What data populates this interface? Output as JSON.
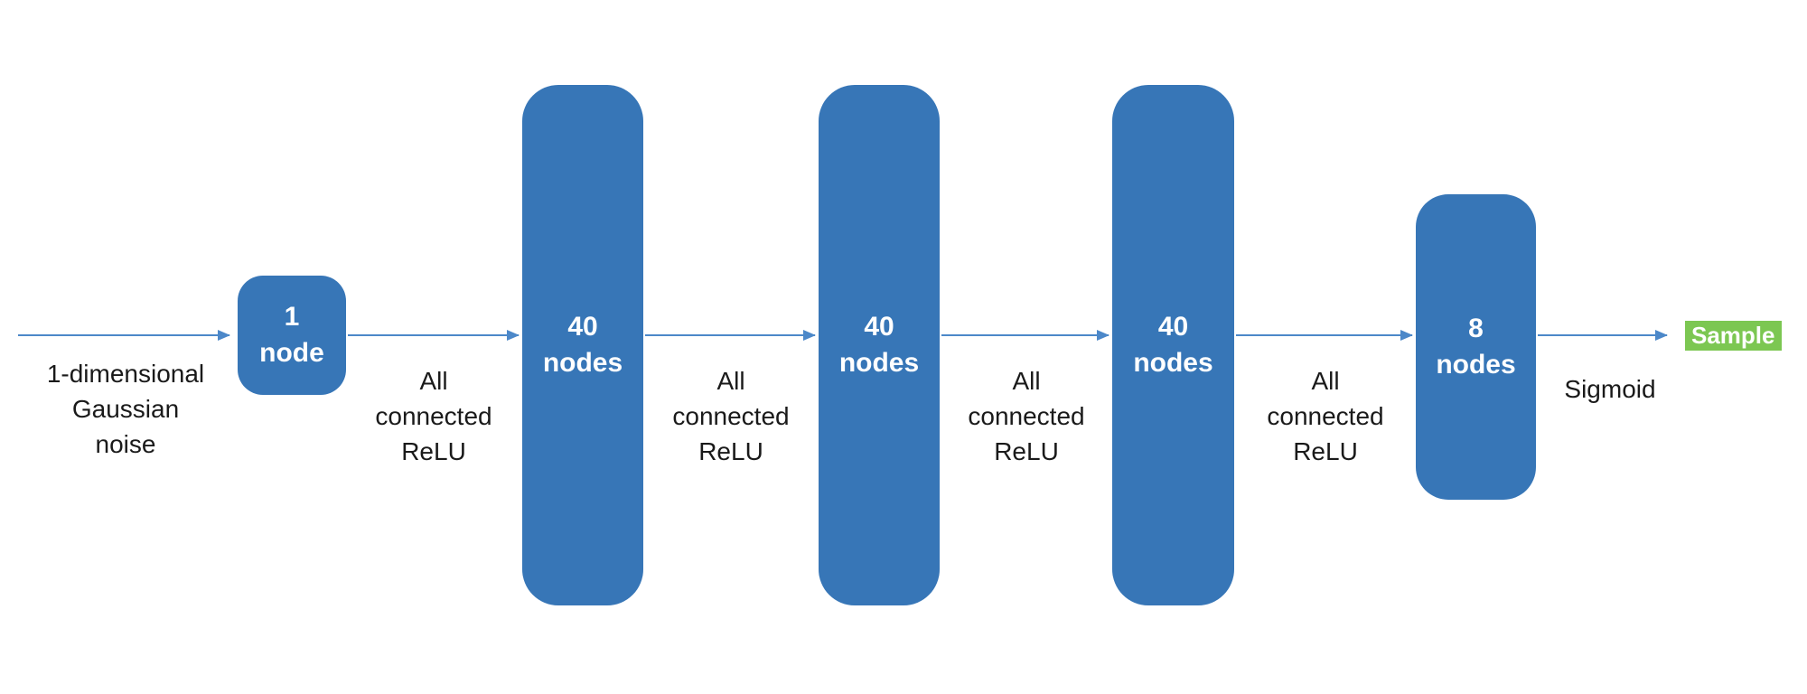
{
  "colors": {
    "box_fill": "#3776B7",
    "arrow": "#4C88C9",
    "sample_fill": "#7CC752",
    "caption_text": "#1A1A1A",
    "box_text": "#FFFFFF"
  },
  "flow": {
    "input": {
      "caption": "1-dimensional\nGaussian\nnoise"
    },
    "layers": [
      {
        "size": "1",
        "unit": "node"
      },
      {
        "size": "40",
        "unit": "nodes"
      },
      {
        "size": "40",
        "unit": "nodes"
      },
      {
        "size": "40",
        "unit": "nodes"
      },
      {
        "size": "8",
        "unit": "nodes"
      }
    ],
    "connections": [
      {
        "caption": "All\nconnected\nReLU"
      },
      {
        "caption": "All\nconnected\nReLU"
      },
      {
        "caption": "All\nconnected\nReLU"
      },
      {
        "caption": "All\nconnected\nReLU"
      },
      {
        "caption": "Sigmoid"
      }
    ],
    "output": {
      "label": "Sample"
    }
  }
}
